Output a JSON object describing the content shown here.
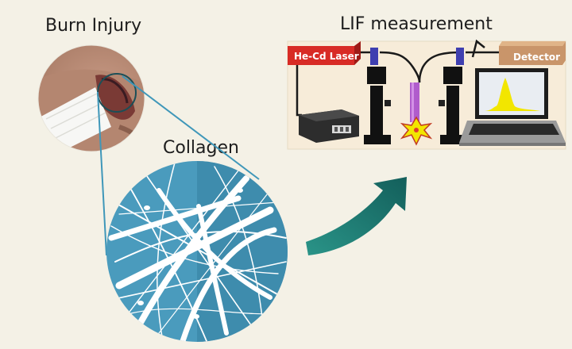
{
  "titles": {
    "burn": "Burn Injury",
    "collagen": "Collagen",
    "lif": "LIF measurement"
  },
  "setup": {
    "laser_label": "He-Cd Laser",
    "detector_label": "Detector"
  },
  "colors": {
    "background": "#f4f1e6",
    "collagen_disk": "#4a9bbd",
    "arrow": "#1f7d74",
    "laser_box": "#e0302a",
    "spectrum": "#f2e600",
    "guide_lines": "#3f97b9"
  }
}
